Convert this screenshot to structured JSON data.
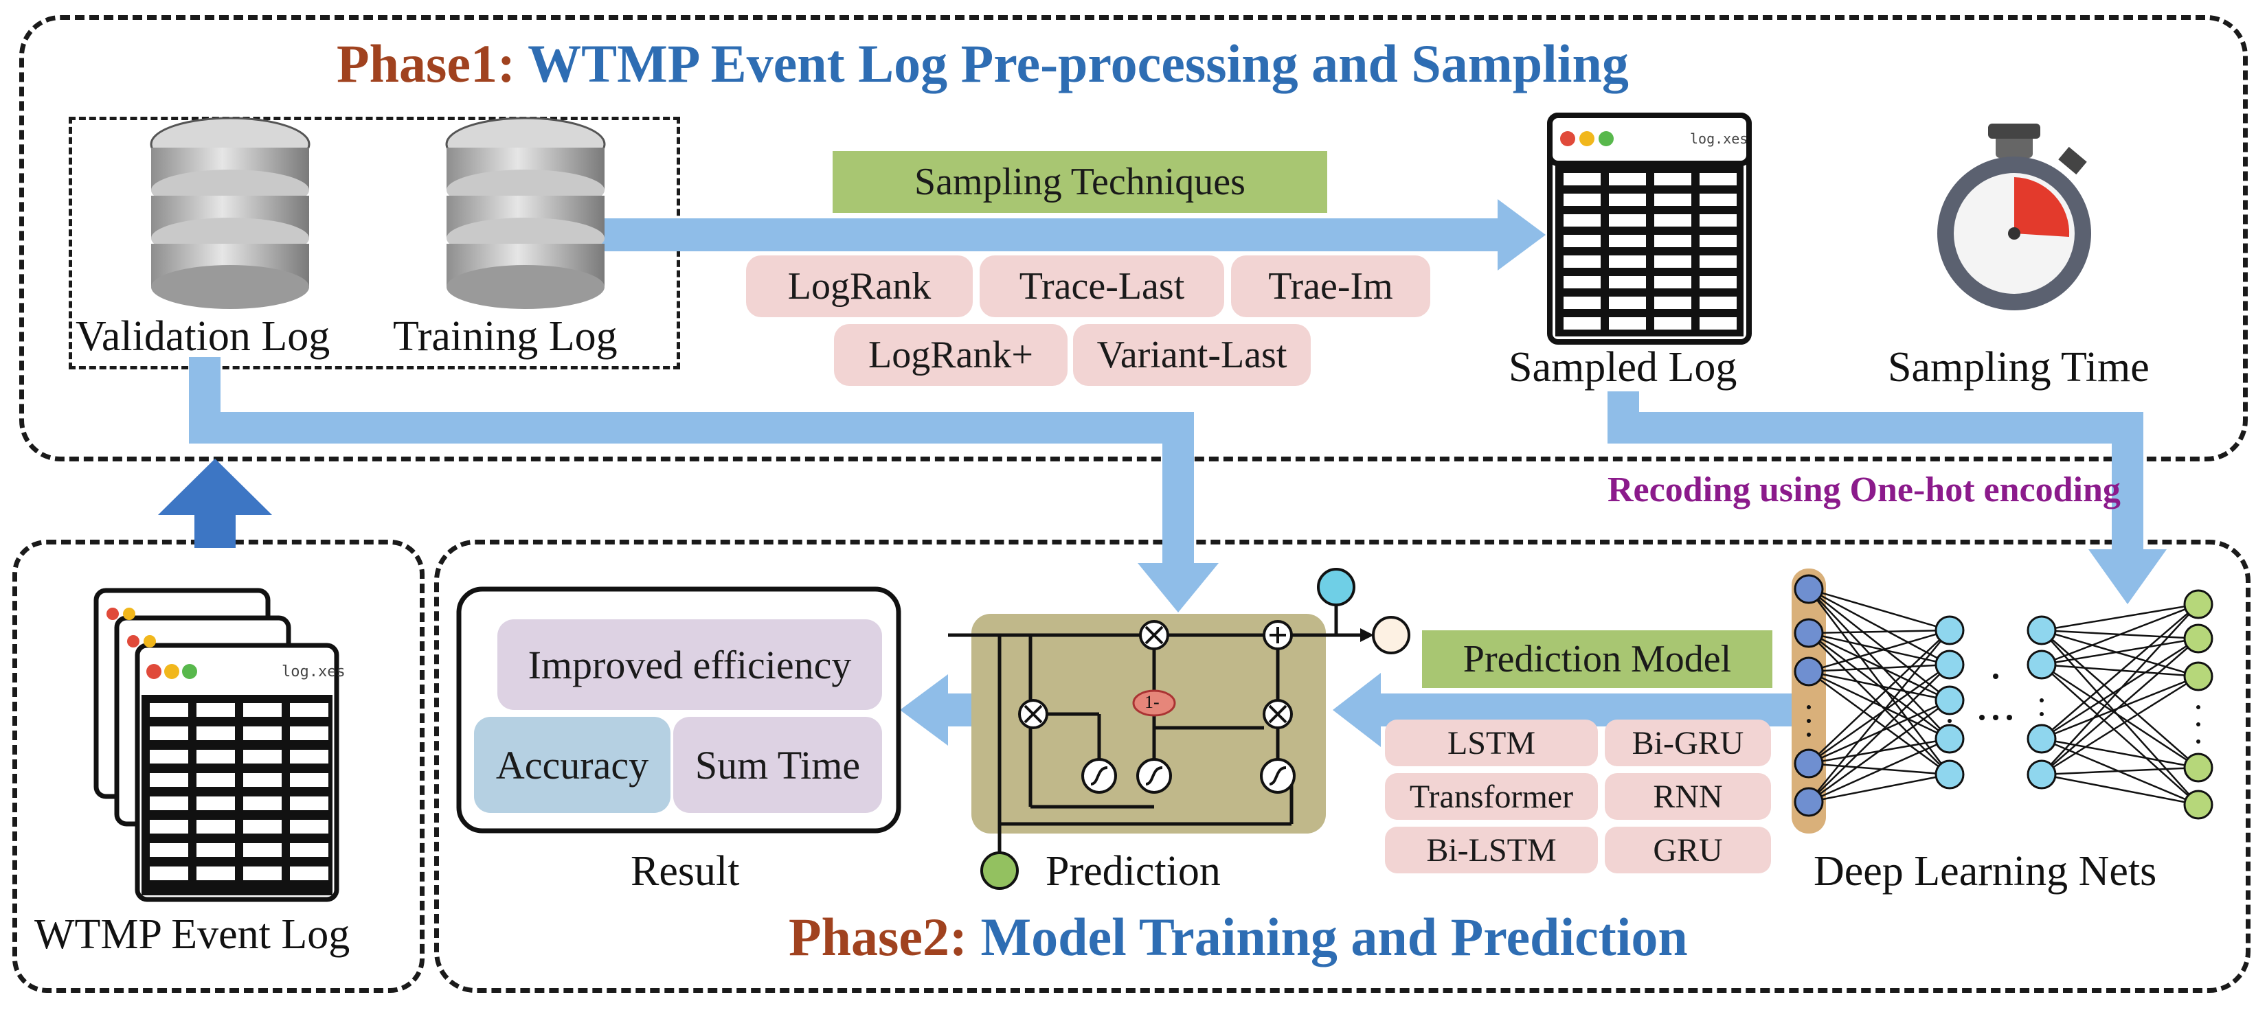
{
  "phase1": {
    "title_prefix": "Phase1:",
    "title_main": "WTMP Event Log  Pre-processing and Sampling",
    "validation_log": "Validation Log",
    "training_log": "Training Log",
    "sampling_header": "Sampling Techniques",
    "sampling_techniques": [
      "LogRank",
      "Trace-Last",
      "Trae-Im",
      "LogRank+",
      "Variant-Last"
    ],
    "sampled_log": "Sampled Log",
    "sampling_time": "Sampling Time",
    "file_caption": "log.xes"
  },
  "recoding": "Recoding using One-hot encoding",
  "event_log": {
    "label": "WTMP Event Log",
    "file_caption": "log.xes"
  },
  "phase2": {
    "title_prefix": "Phase2:",
    "title_main": "Model Training  and Prediction",
    "result_label": "Result",
    "result_items": [
      "Improved efficiency",
      "Accuracy",
      "Sum Time"
    ],
    "prediction_label": "Prediction",
    "lstm_gates": {
      "one_minus": "1-"
    },
    "prediction_model_header": "Prediction Model",
    "models": [
      "LSTM",
      "Bi-GRU",
      "Transformer",
      "RNN",
      "Bi-LSTM",
      "GRU"
    ],
    "deep_nets_label": "Deep Learning Nets"
  },
  "colors": {
    "arrow": "#8fbde8",
    "arrow_dark": "#3d76c4",
    "title_red": "#a0421f",
    "title_blue": "#2e6db3",
    "recode_purple": "#8b1a8b",
    "pill": "#f2d4d3",
    "green_header": "#a8c672",
    "lstm_bg": "#c0b88a",
    "node_blue": "#8fd6ee",
    "node_green": "#b6d77a"
  }
}
